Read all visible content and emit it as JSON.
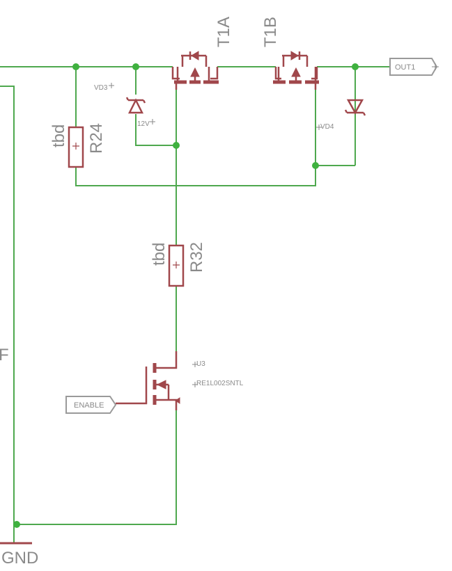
{
  "components": {
    "t1a": {
      "name": "T1A"
    },
    "t1b": {
      "name": "T1B"
    },
    "vd3": {
      "name": "VD3",
      "value": "12V"
    },
    "vd4": {
      "name": "VD4"
    },
    "r24": {
      "name": "R24",
      "value": "tbd"
    },
    "r32": {
      "name": "R32",
      "value": "tbd"
    },
    "u3": {
      "name": "U3",
      "value": "RE1L002SNTL"
    },
    "gnd": {
      "name": "GND"
    },
    "left_fragment": "F"
  },
  "ports": {
    "out1": "OUT1",
    "enable": "ENABLE"
  },
  "colors": {
    "wire": "#4ea84e",
    "junction": "#3fb13f",
    "part": "#a0474b",
    "label": "#8a8a8a"
  }
}
